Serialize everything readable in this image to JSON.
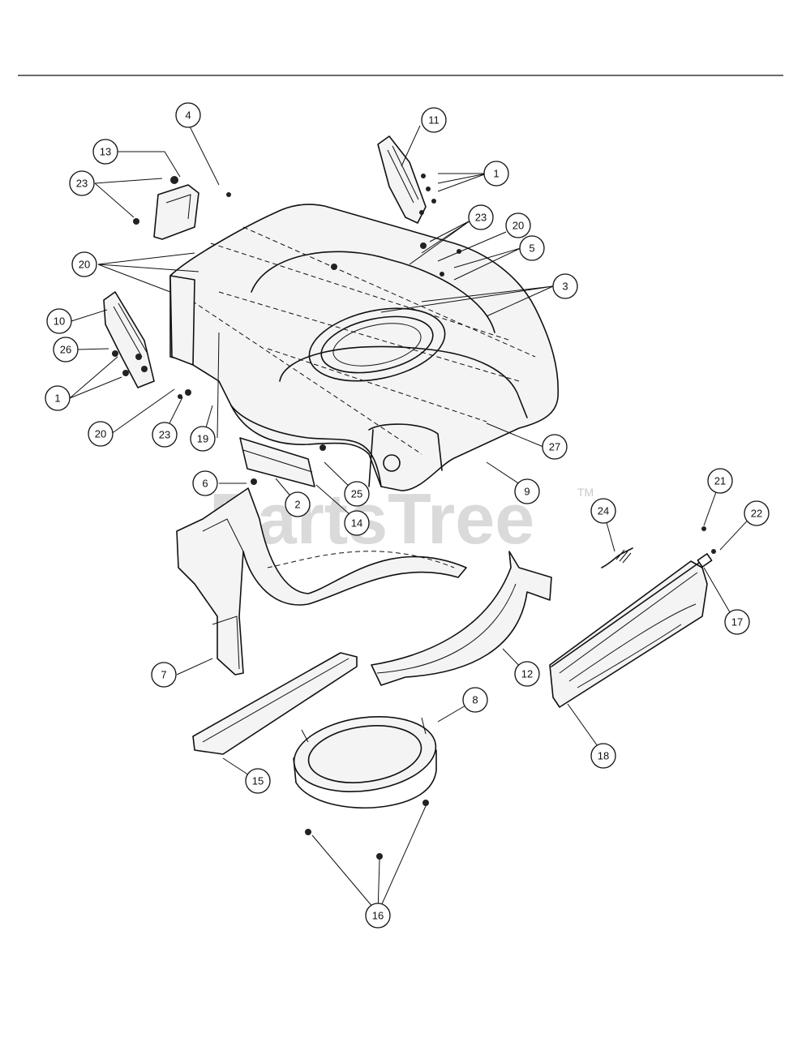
{
  "watermark": {
    "text": "PartsTree",
    "tm": "TM"
  },
  "callouts": [
    {
      "n": "1"
    },
    {
      "n": "1"
    },
    {
      "n": "2"
    },
    {
      "n": "3"
    },
    {
      "n": "4"
    },
    {
      "n": "5"
    },
    {
      "n": "6"
    },
    {
      "n": "7"
    },
    {
      "n": "8"
    },
    {
      "n": "9"
    },
    {
      "n": "10"
    },
    {
      "n": "11"
    },
    {
      "n": "12"
    },
    {
      "n": "13"
    },
    {
      "n": "14"
    },
    {
      "n": "15"
    },
    {
      "n": "16"
    },
    {
      "n": "17"
    },
    {
      "n": "18"
    },
    {
      "n": "19"
    },
    {
      "n": "20"
    },
    {
      "n": "20"
    },
    {
      "n": "20"
    },
    {
      "n": "21"
    },
    {
      "n": "22"
    },
    {
      "n": "23"
    },
    {
      "n": "23"
    },
    {
      "n": "23"
    },
    {
      "n": "24"
    },
    {
      "n": "25"
    },
    {
      "n": "26"
    },
    {
      "n": "27"
    }
  ]
}
